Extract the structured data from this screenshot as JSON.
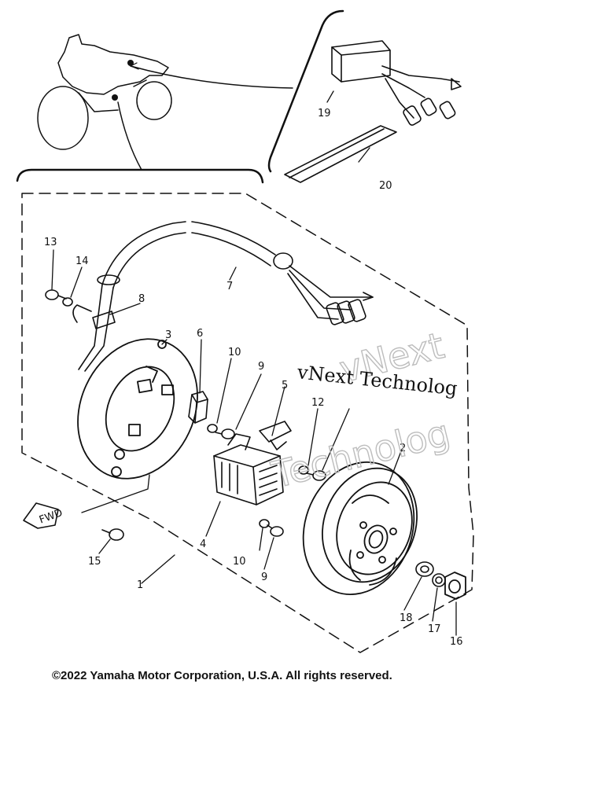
{
  "diagram": {
    "part_labels": [
      "1",
      "2",
      "3",
      "4",
      "5",
      "6",
      "7",
      "8",
      "9",
      "9",
      "10",
      "10",
      "12",
      "13",
      "14",
      "15",
      "16",
      "17",
      "18",
      "19",
      "20"
    ],
    "fwd_label": "FWD"
  },
  "watermark": {
    "line1": "vNext",
    "line2": "vNext Technolog",
    "line3": "Technolog"
  },
  "copyright": "©2022 Yamaha Motor Corporation, U.S.A. All rights reserved."
}
